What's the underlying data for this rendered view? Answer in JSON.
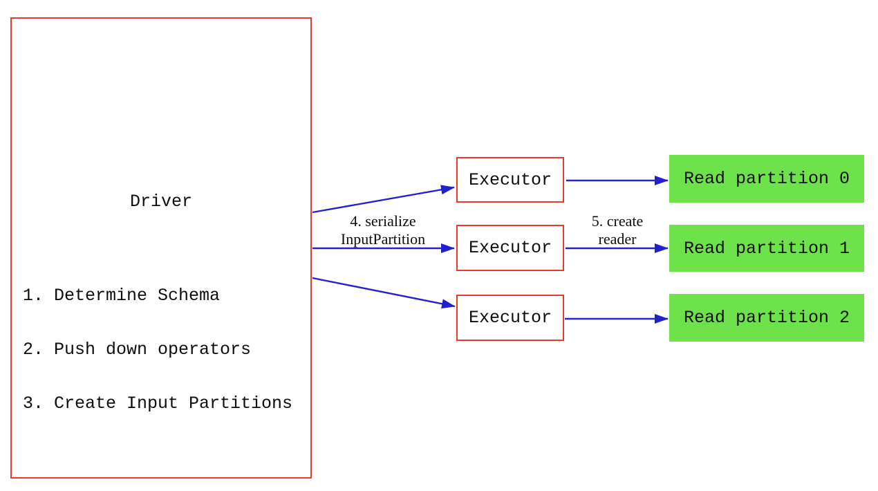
{
  "diagram": {
    "driver": {
      "title": "Driver",
      "steps": [
        "1. Determine Schema",
        "2. Push down operators",
        "3. Create Input Partitions"
      ]
    },
    "executors": [
      {
        "label": "Executor"
      },
      {
        "label": "Executor"
      },
      {
        "label": "Executor"
      }
    ],
    "partitions": [
      {
        "label": "Read partition 0"
      },
      {
        "label": "Read partition 1"
      },
      {
        "label": "Read partition 2"
      }
    ],
    "edge_labels": {
      "serialize_line1": "4. serialize",
      "serialize_line2": "InputPartition",
      "reader_line1": "5. create",
      "reader_line2": "reader"
    },
    "colors": {
      "node_border": "#e63a2b",
      "arrow": "#2222cc",
      "partition_fill": "#6de24b",
      "text": "#0d0d0d",
      "background": "#ffffff"
    }
  }
}
